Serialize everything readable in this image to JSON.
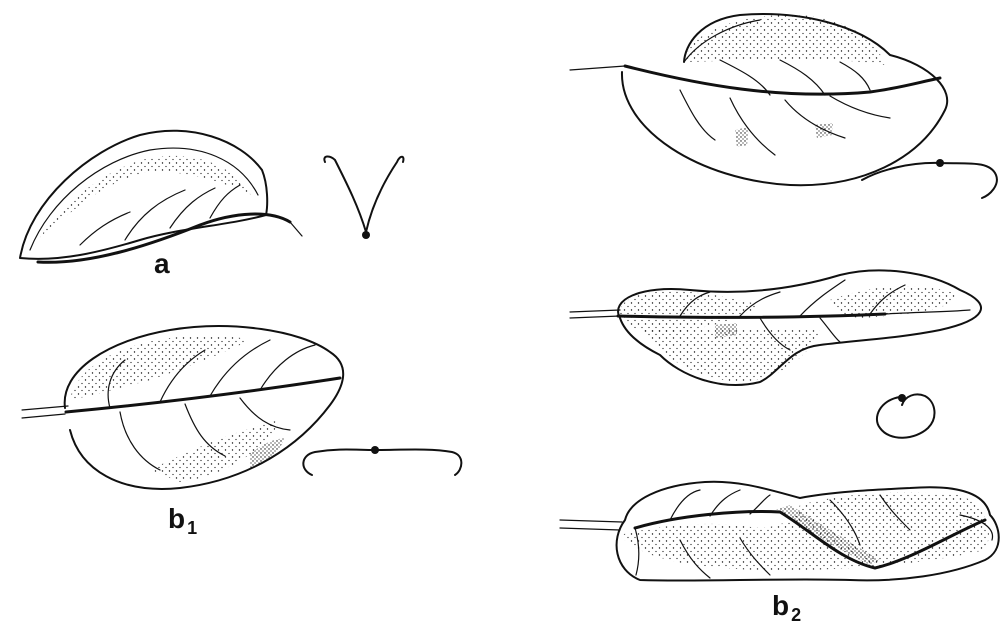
{
  "labels": {
    "a": "a",
    "b1_main": "b",
    "b1_sub": "1",
    "b2_main": "b",
    "b2_sub": "2"
  },
  "colors": {
    "ink": "#111111",
    "paper": "#ffffff"
  },
  "figures": [
    {
      "id": "a",
      "items": [
        "leaf",
        "cross-section-v"
      ]
    },
    {
      "id": "b1",
      "items": [
        "leaf",
        "cross-section-flat"
      ]
    },
    {
      "id": "b2",
      "items": [
        "leaf-broad",
        "leaf-narrow",
        "cross-section-coil",
        "leaf-folded"
      ]
    }
  ]
}
